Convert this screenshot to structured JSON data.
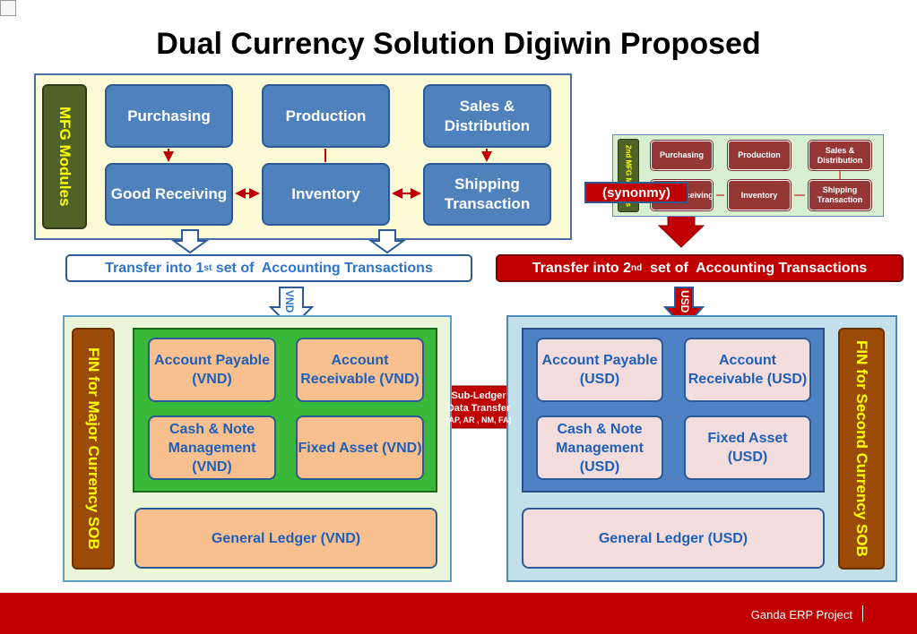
{
  "title": "Dual Currency Solution Digiwin Proposed",
  "mfg": {
    "side_label": "MFG Modules",
    "purchasing": "Purchasing",
    "production": "Production",
    "sales_distribution": "Sales & Distribution",
    "good_receiving": "Good Receiving",
    "inventory": "Inventory",
    "shipping_transaction": "Shipping Transaction"
  },
  "mfg2": {
    "side_label": "2nd MFG Modules",
    "purchasing": "Purchasing",
    "production": "Production",
    "sales_distribution": "Sales & Distribution",
    "good_receiving": "Receiving",
    "inventory": "Inventory",
    "shipping_transaction": "Shipping Transaction"
  },
  "synonmy": "(synonmy)",
  "transfer1": {
    "pre": "Transfer into 1",
    "sup": "st",
    "post": " set of  Accounting Transactions"
  },
  "transfer2": {
    "pre": "Transfer into 2",
    "sup": "nd",
    "post": "  set of  Accounting Transactions"
  },
  "arrow_vnd": "VND",
  "arrow_usd": "USD",
  "fin_left": {
    "side_label": "FIN  for Major Currency SOB",
    "ap": "Account Payable (VND)",
    "ar": "Account Receivable (VND)",
    "cash": "Cash & Note Management (VND)",
    "fa": "Fixed Asset (VND)",
    "gl": "General Ledger (VND)"
  },
  "fin_right": {
    "side_label": "FIN for Second Currency SOB",
    "ap": "Account Payable (USD)",
    "ar": "Account Receivable (USD)",
    "cash": "Cash & Note Management (USD)",
    "fa": "Fixed Asset (USD)",
    "gl": "General Ledger (USD)"
  },
  "subledger": {
    "line1": "Sub-Ledger",
    "line2": "Data Transfer",
    "line3": "(AP, AR , NM, FA)"
  },
  "footer": {
    "text": "Ganda ERP Project"
  },
  "colors": {
    "brand_red": "#c00000",
    "module_blue": "#4f81bd",
    "panel_yellow": "#fdfbd6",
    "fin_green": "#3ab83a",
    "fin_blue": "#4f81c5"
  }
}
